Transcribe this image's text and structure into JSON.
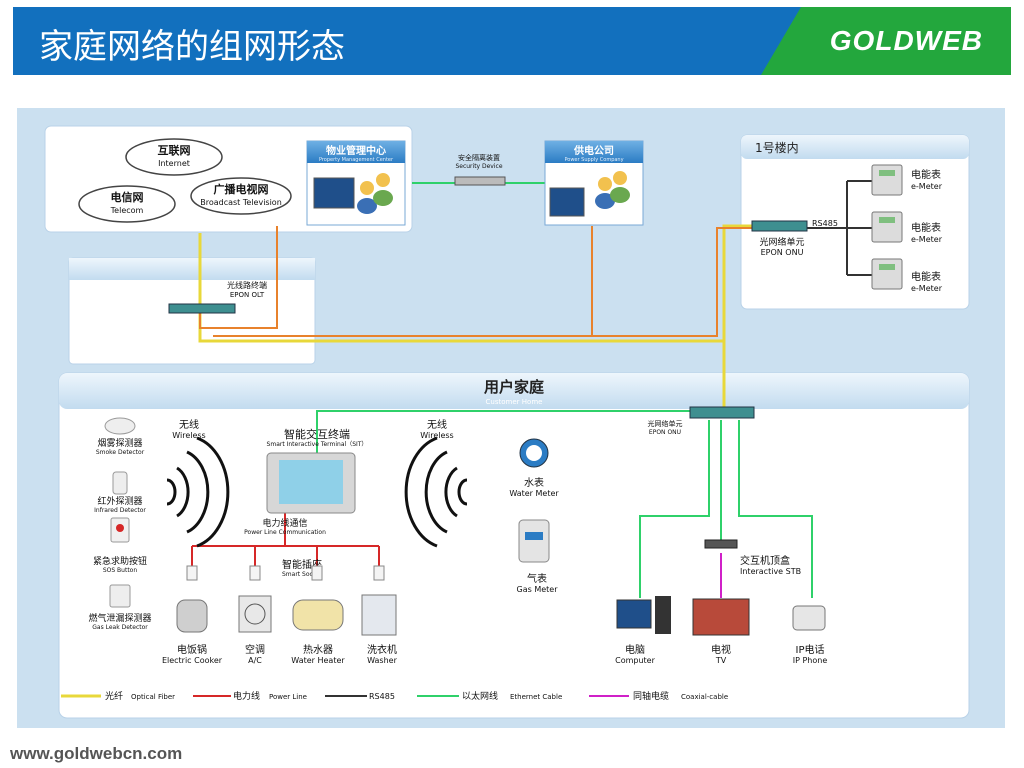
{
  "header": {
    "title": "家庭网络的组网形态",
    "logo": "GOLDWEB"
  },
  "colors": {
    "header_blue": "#1270be",
    "logo_green": "#23a73d",
    "diagram_bg": "#cbe0f0",
    "optical_fiber": "#e8d83a",
    "power_line": "#d62828",
    "rs485": "#333333",
    "ethernet": "#2fd16a",
    "coaxial": "#d020c8",
    "orange_link": "#e8822c"
  },
  "clouds": [
    {
      "cn": "互联网",
      "en": "Internet"
    },
    {
      "cn": "电信网",
      "en": "Telecom"
    },
    {
      "cn": "广播电视网",
      "en": "Broadcast Television"
    }
  ],
  "property_center": {
    "cn": "物业管理中心",
    "en": "Property Management Center"
  },
  "security_device": {
    "cn": "安全隔离装置",
    "en": "Security Device"
  },
  "power_company": {
    "cn": "供电公司",
    "en": "Power Supply Company"
  },
  "olt": {
    "cn": "光线路终端",
    "en": "EPON OLT"
  },
  "building": {
    "title": "1号楼内",
    "onu_cn": "光网络单元",
    "onu_en": "EPON ONU",
    "rs485": "RS485",
    "meters": [
      {
        "cn": "电能表",
        "en": "e-Meter"
      },
      {
        "cn": "电能表",
        "en": "e-Meter"
      },
      {
        "cn": "电能表",
        "en": "e-Meter"
      }
    ]
  },
  "home": {
    "title_cn": "用户家庭",
    "title_en": "Customer Home",
    "onu_cn": "光网络单元",
    "onu_en": "EPON ONU",
    "wireless_cn": "无线",
    "wireless_en": "Wireless",
    "sit_cn": "智能交互终端",
    "sit_en": "Smart Interactive Terminal（SIT）",
    "plc_cn": "电力线通信",
    "plc_en": "Power Line Communication",
    "socket_cn": "智能插座",
    "socket_en": "Smart Socket",
    "sensors": [
      {
        "cn": "烟雾探测器",
        "en": "Smoke Detector"
      },
      {
        "cn": "红外探测器",
        "en": "Infrared Detector"
      },
      {
        "cn": "紧急求助按钮",
        "en": "SOS Button"
      },
      {
        "cn": "燃气泄漏探测器",
        "en": "Gas Leak Detector"
      }
    ],
    "appliances": [
      {
        "cn": "电饭锅",
        "en": "Electric Cooker"
      },
      {
        "cn": "空调",
        "en": "A/C"
      },
      {
        "cn": "热水器",
        "en": "Water Heater"
      },
      {
        "cn": "洗衣机",
        "en": "Washer"
      }
    ],
    "water_meter": {
      "cn": "水表",
      "en": "Water Meter"
    },
    "gas_meter": {
      "cn": "气表",
      "en": "Gas Meter"
    },
    "stb": {
      "cn": "交互机顶盒",
      "en": "Interactive STB"
    },
    "devices": [
      {
        "cn": "电脑",
        "en": "Computer"
      },
      {
        "cn": "电视",
        "en": "TV"
      },
      {
        "cn": "IP电话",
        "en": "IP Phone"
      }
    ]
  },
  "legend": [
    {
      "cn": "光纤",
      "en": "Optical Fiber"
    },
    {
      "cn": "电力线",
      "en": "Power Line"
    },
    {
      "cn": "",
      "en": "RS485"
    },
    {
      "cn": "以太网线",
      "en": "Ethernet Cable"
    },
    {
      "cn": "同轴电缆",
      "en": "Coaxial-cable"
    }
  ],
  "footer": {
    "url": "www.goldwebcn.com"
  }
}
